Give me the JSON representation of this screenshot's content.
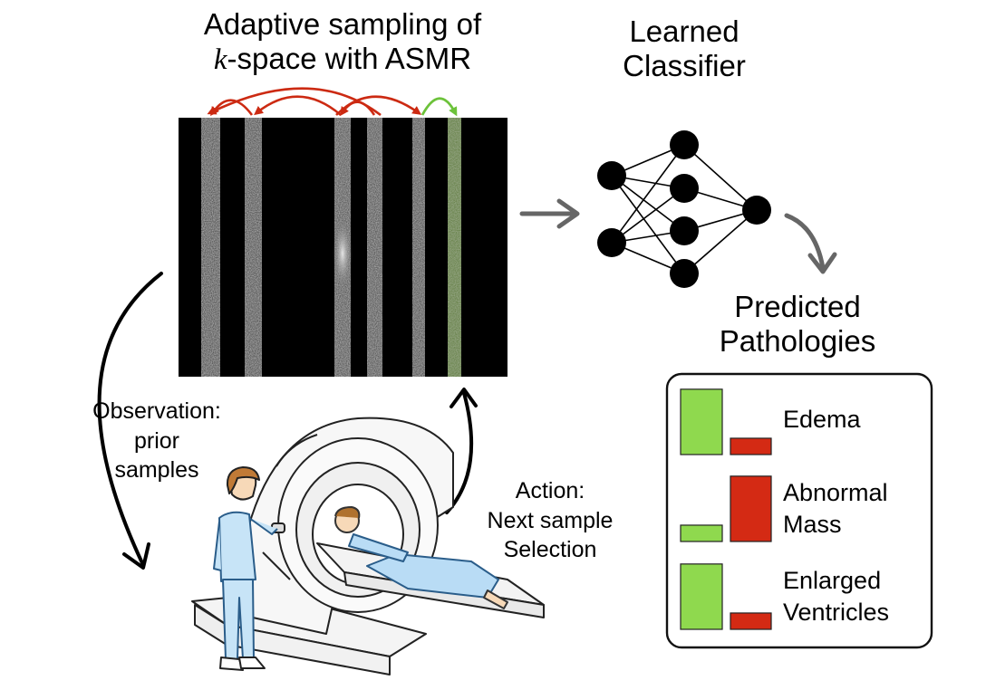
{
  "sampling_title": {
    "line1": "Adaptive sampling of",
    "k": "k",
    "line2_rest": "-space with ASMR"
  },
  "classifier_title": {
    "line1": "Learned",
    "line2": "Classifier"
  },
  "pathologies_title": {
    "line1": "Predicted",
    "line2": "Pathologies"
  },
  "observation_label": {
    "line1": "Observation:",
    "line2": "prior",
    "line3": "samples"
  },
  "action_label": {
    "line1": "Action:",
    "line2": "Next sample",
    "line3": "Selection"
  },
  "pathologies": [
    {
      "label_line1": "Edema",
      "label_line2": "",
      "present": 0.88,
      "absent": 0.22
    },
    {
      "label_line1": "Abnormal",
      "label_line2": "Mass",
      "present": 0.22,
      "absent": 0.88
    },
    {
      "label_line1": "Enlarged",
      "label_line2": "Ventricles",
      "present": 0.88,
      "absent": 0.22
    }
  ],
  "colors": {
    "present": "#8fd94e",
    "absent": "#d42a14",
    "prior_arrow": "#cc2a12",
    "next_arrow": "#6cc23a",
    "flow_arrow": "#666666"
  }
}
